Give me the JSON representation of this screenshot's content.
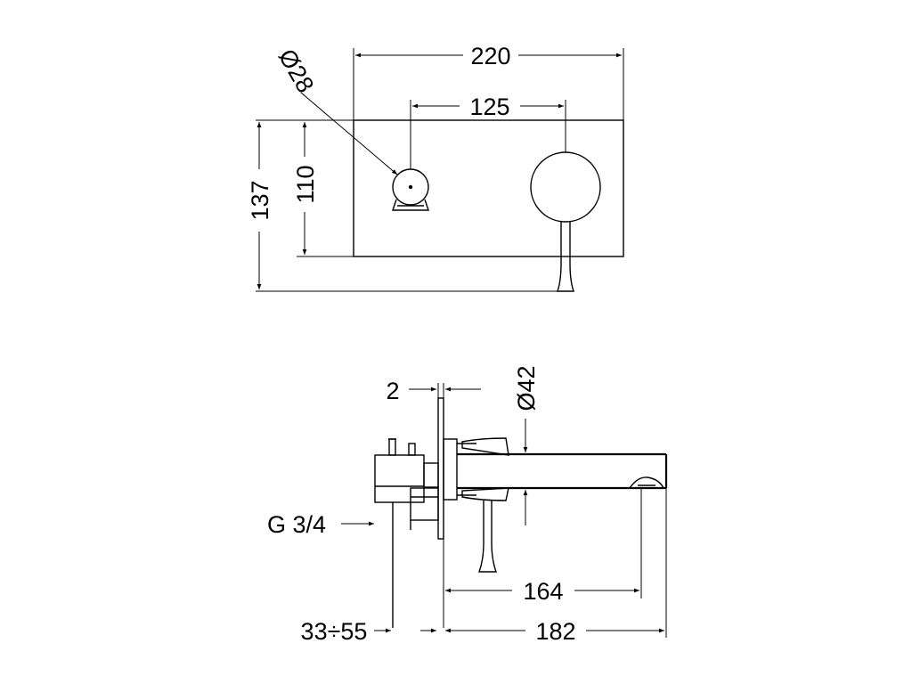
{
  "front_view": {
    "dim_width": "220",
    "dim_spacing": "125",
    "dim_knob_diameter": "Ø28",
    "dim_plate_height": "110",
    "dim_total_height": "137"
  },
  "side_view": {
    "dim_plate_thickness": "2",
    "dim_spout_diameter": "Ø42",
    "dim_connection": "G 3/4",
    "dim_outlet_reach": "164",
    "dim_depth_range": "33÷55",
    "dim_total_reach": "182"
  }
}
